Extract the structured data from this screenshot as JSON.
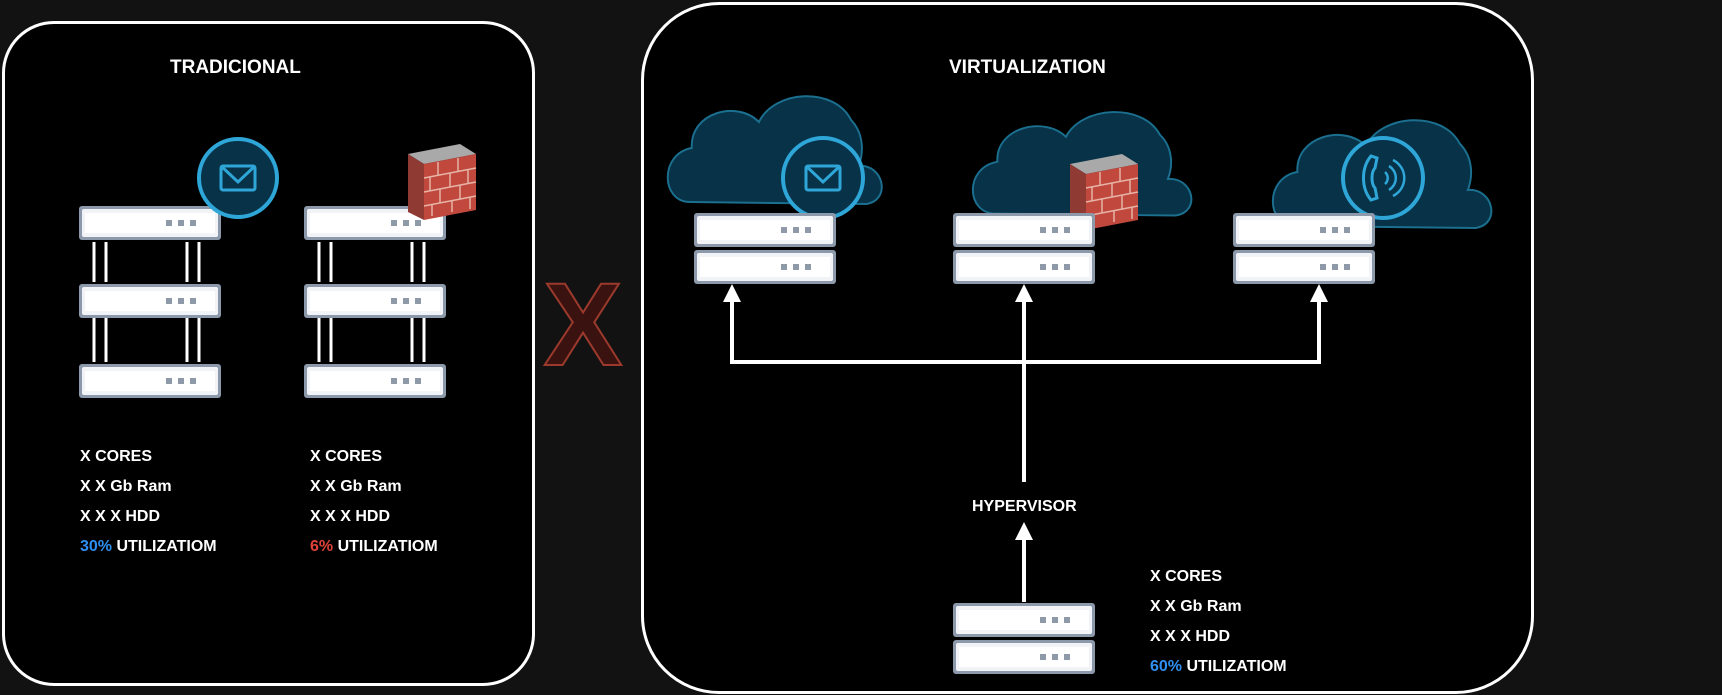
{
  "traditional": {
    "title": "TRADICIONAL",
    "servers": [
      {
        "service_icon": "mail-icon",
        "specs": {
          "cores": "X CORES",
          "ram": "X X Gb Ram",
          "hdd": "X X X HDD",
          "util_pct": "30%",
          "util_label": " UTILIZATIOM"
        },
        "util_color": "#2f8ff0"
      },
      {
        "service_icon": "firewall-icon",
        "specs": {
          "cores": "X CORES",
          "ram": "X X Gb Ram",
          "hdd": "X X X HDD",
          "util_pct": "6%",
          "util_label": " UTILIZATIOM"
        },
        "util_color": "#e0423a"
      }
    ]
  },
  "comparison_mark": "X",
  "virtualization": {
    "title": "VIRTUALIZATION",
    "clouds": [
      {
        "service_icon": "mail-icon"
      },
      {
        "service_icon": "firewall-icon"
      },
      {
        "service_icon": "phone-icon"
      }
    ],
    "hypervisor_label": "HYPERVISOR",
    "host_specs": {
      "cores": "X CORES",
      "ram": "X X Gb Ram",
      "hdd": "X X X HDD",
      "util_pct": "60%",
      "util_label": " UTILIZATIOM"
    },
    "host_util_color": "#2f8ff0"
  },
  "colors": {
    "background": "#121212",
    "panel_fill": "#000000",
    "cloud_fill": "#083247",
    "cloud_stroke": "#1b6f8f",
    "icon_ring": "#2ea6d8",
    "x_fill": "#3a1210",
    "x_stroke": "#9b3a2c"
  }
}
